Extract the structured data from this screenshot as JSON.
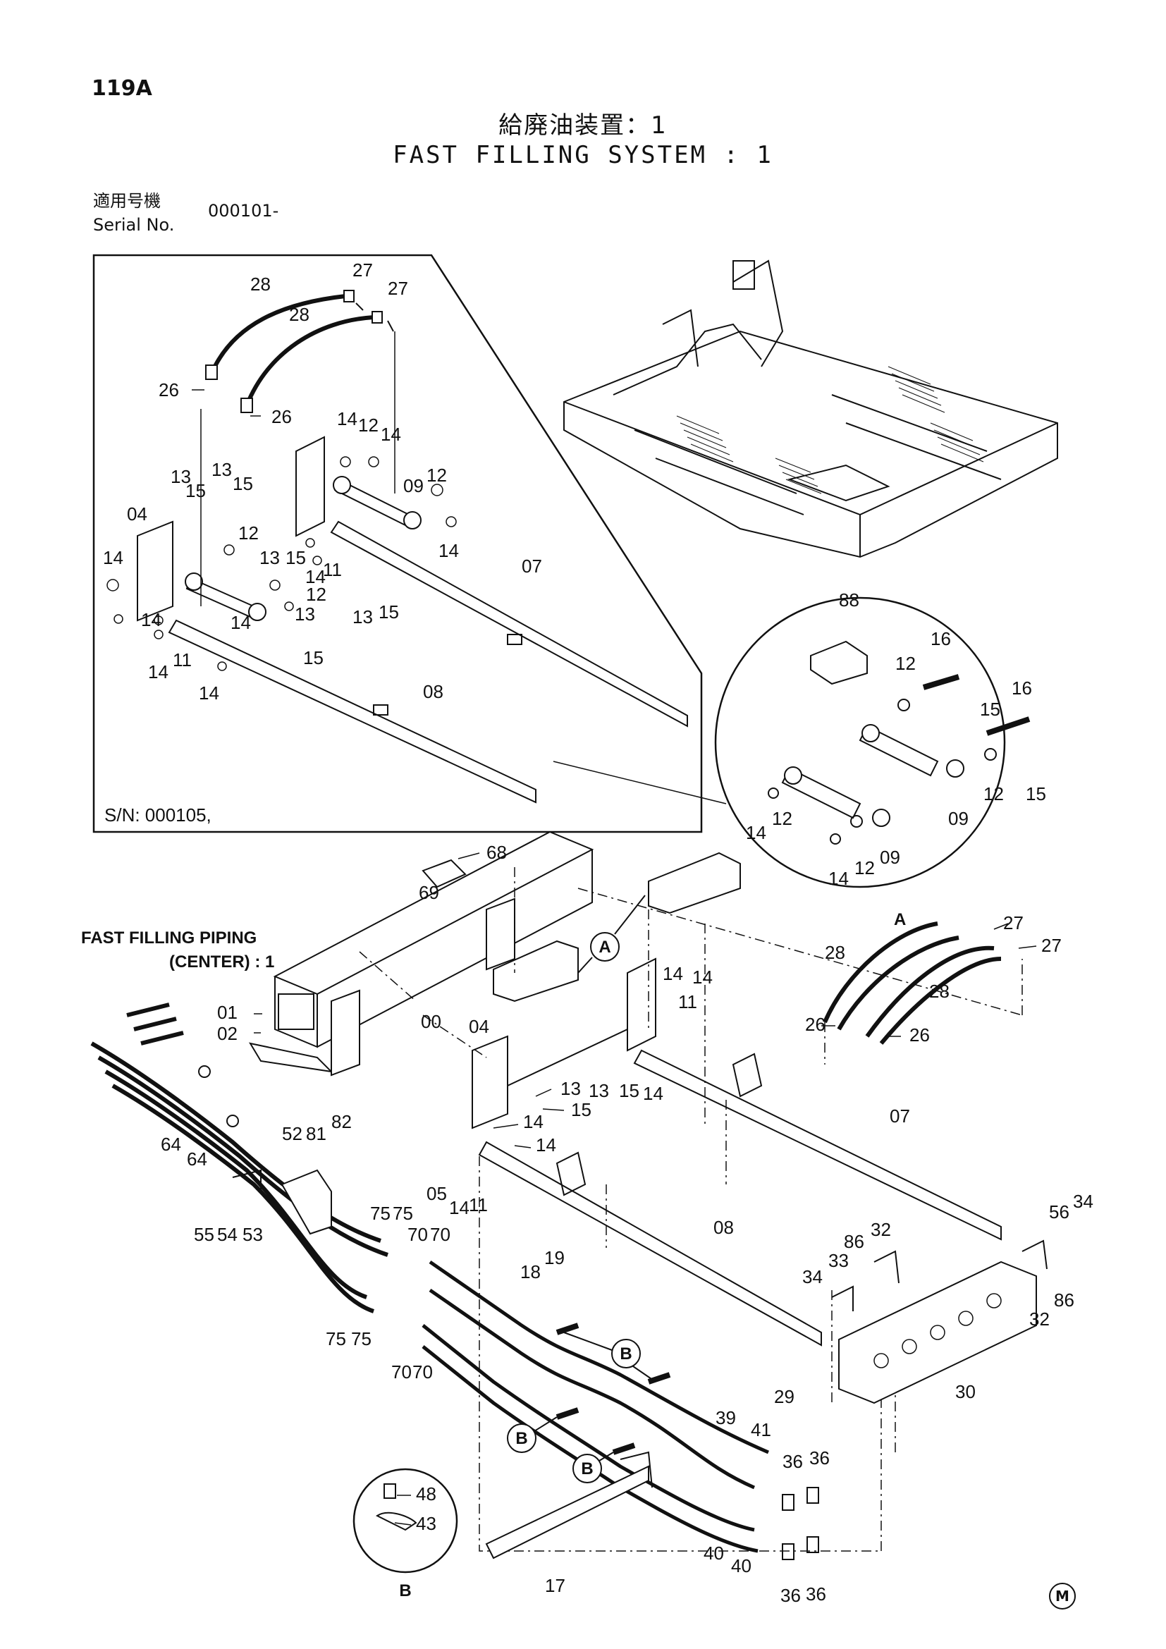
{
  "page_number": "119A",
  "title_jp": "給廃油装置：1",
  "title_en": "FAST FILLING SYSTEM : 1",
  "serial": {
    "label_jp": "適用号機",
    "label_en": "Serial No.",
    "value": "000101-"
  },
  "inset": {
    "sn_note": "S/N: 000105,"
  },
  "piping_note": {
    "line1": "FAST FILLING PIPING",
    "line2": "(CENTER) : 1"
  },
  "detail_markers": {
    "a": "A",
    "b": "B"
  },
  "footer_mark": "M",
  "part_labels": {
    "p28a": "28",
    "p28b": "28",
    "p27a": "27",
    "p27b": "27",
    "p26a": "26",
    "p26b": "26",
    "p14a": "14",
    "p12a": "12",
    "p14b": "14",
    "p13a": "13",
    "p15a": "15",
    "p09a": "09",
    "p12b": "12",
    "p13b": "13",
    "p15b": "15",
    "p04a": "04",
    "p14c": "14",
    "p12c": "12",
    "p13c": "13",
    "p15c": "15",
    "p14d": "14",
    "p11a": "11",
    "p14e": "14",
    "p13d": "13",
    "p15d": "15",
    "p12d": "12",
    "p14f": "14",
    "p14g": "14",
    "p11b": "11",
    "p14h": "14",
    "p13e": "13",
    "p15e": "15",
    "p07a": "07",
    "p08a": "08",
    "p14i": "14",
    "p88": "88",
    "p16a": "16",
    "p12e": "12",
    "p15f": "15",
    "p16b": "16",
    "p12f": "12",
    "p15g": "15",
    "p14j": "14",
    "p12g": "12",
    "p09b": "09",
    "p14k": "14",
    "p12h": "12",
    "p09c": "09",
    "p68": "68",
    "p69": "69",
    "p00": "00",
    "p01": "01",
    "p02": "02",
    "p04b": "04",
    "p14l": "14",
    "p14m": "14",
    "p11c": "11",
    "p13f": "13",
    "p15h": "15",
    "p14n": "14",
    "p13g": "13",
    "p15i": "15",
    "p14o": "14",
    "p14p": "14",
    "p05": "05",
    "p14q": "14",
    "p11d": "11",
    "p07b": "07",
    "p27c": "27",
    "p27d": "27",
    "p28c": "28",
    "p28d": "28",
    "p26c": "26",
    "p26d": "26",
    "p64a": "64",
    "p64b": "64",
    "p52": "52",
    "p81": "81",
    "p82": "82",
    "p55": "55",
    "p54": "54",
    "p53": "53",
    "p75a": "75",
    "p75b": "75",
    "p70a": "70",
    "p70b": "70",
    "p75c": "75",
    "p75d": "75",
    "p70c": "70",
    "p70d": "70",
    "p18": "18",
    "p19": "19",
    "p08b": "08",
    "p86a": "86",
    "p32a": "32",
    "p33": "33",
    "p34a": "34",
    "p56": "56",
    "p34b": "34",
    "p86b": "86",
    "p32b": "32",
    "p29": "29",
    "p30": "30",
    "p39": "39",
    "p41": "41",
    "p36a": "36",
    "p36b": "36",
    "p40a": "40",
    "p40b": "40",
    "p36c": "36",
    "p36d": "36",
    "p17": "17",
    "p48": "48",
    "p43": "43"
  }
}
